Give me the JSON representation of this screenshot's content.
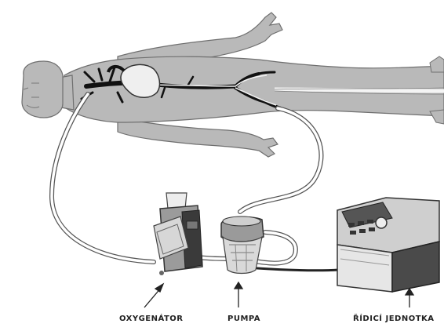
{
  "labels": {
    "oxygenator": "OXYGENÁTOR",
    "pump": "PUMPA",
    "control_unit": "ŘÍDICÍ JEDNOTKA"
  },
  "colors": {
    "body_fill": "#b9b9b9",
    "body_outline": "#6f6f6f",
    "vessel": "#111111",
    "tube": "#ffffff",
    "tube_outline": "#5a5a5a",
    "device": "#3a3a3a"
  }
}
